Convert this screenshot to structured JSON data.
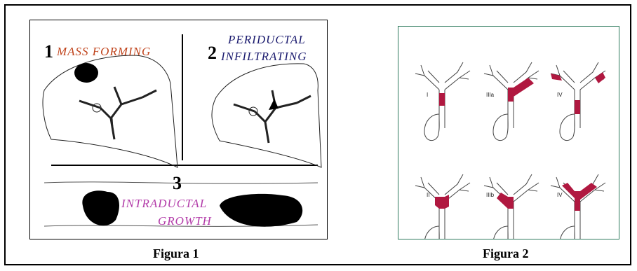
{
  "figure1": {
    "caption": "Figura 1",
    "panels": [
      {
        "number": "1",
        "label": "MASS FORMING",
        "color": "#c0431b"
      },
      {
        "number": "2",
        "label_line1": "PERIDUCTAL",
        "label_line2": "INFILTRATING",
        "color": "#1a1a6e"
      },
      {
        "number": "3",
        "label_line1": "INTRADUCTAL",
        "label_line2": "GROWTH",
        "color": "#b23aa8"
      }
    ]
  },
  "figure2": {
    "caption": "Figura 2",
    "highlight_color": "#b01840",
    "types": [
      "I",
      "IIIa",
      "IV",
      "II",
      "IIIb",
      "IV"
    ]
  }
}
